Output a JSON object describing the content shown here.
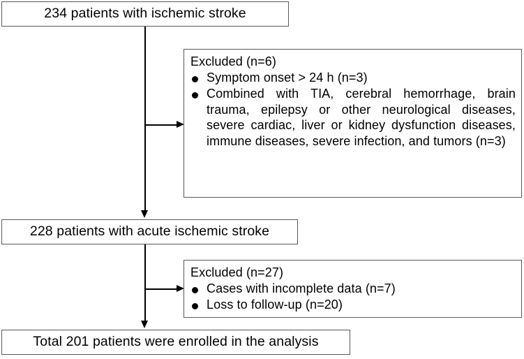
{
  "flowchart": {
    "nodes": {
      "enrolled_initial": {
        "label": "234 patients with ischemic stroke"
      },
      "acute_stroke": {
        "label": "228 patients with acute ischemic stroke"
      },
      "final_total": {
        "label": "Total 201 patients were enrolled in the analysis"
      }
    },
    "exclusion_1": {
      "title": "Excluded (n=6)",
      "items": [
        "Symptom onset > 24 h (n=3)",
        "Combined with TIA, cerebral hemorrhage, brain trauma, epilepsy or other neurological diseases, severe cardiac, liver or kidney dysfunction diseases, immune diseases, severe infection, and tumors (n=3)"
      ]
    },
    "exclusion_2": {
      "title": "Excluded (n=27)",
      "items": [
        "Cases with incomplete data (n=7)",
        "Loss to follow-up (n=20)"
      ]
    }
  }
}
